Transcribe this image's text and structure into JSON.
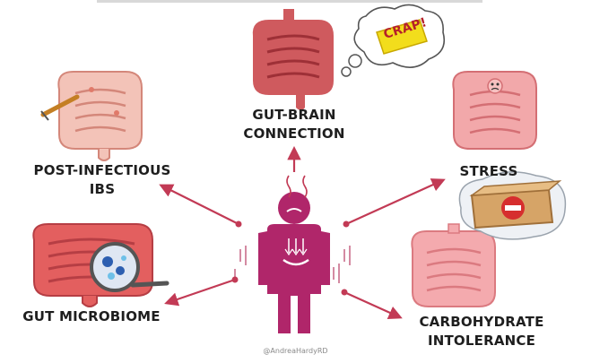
{
  "nodes": {
    "gut_brain": {
      "line1": "GUT-BRAIN",
      "line2": "CONNECTION"
    },
    "post_infectious": {
      "line1": "POST-INFECTIOUS",
      "line2": "IBS"
    },
    "stress": {
      "label": "STRESS"
    },
    "gut_microbiome": {
      "label": "GUT MICROBIOME"
    },
    "carbohydrate": {
      "line1": "CARBOHYDRATE",
      "line2": "INTOLERANCE"
    }
  },
  "speech_bubble": {
    "text": "CRAP!"
  },
  "credit": "@AndreaHardyRD",
  "colors": {
    "figure": "#b0266a",
    "arrow": "#c23a55",
    "gut_dark": "#c94a4e",
    "gut_light": "#f09a9a",
    "gut_pink": "#f3b3b3",
    "text": "#1e1e1e"
  }
}
